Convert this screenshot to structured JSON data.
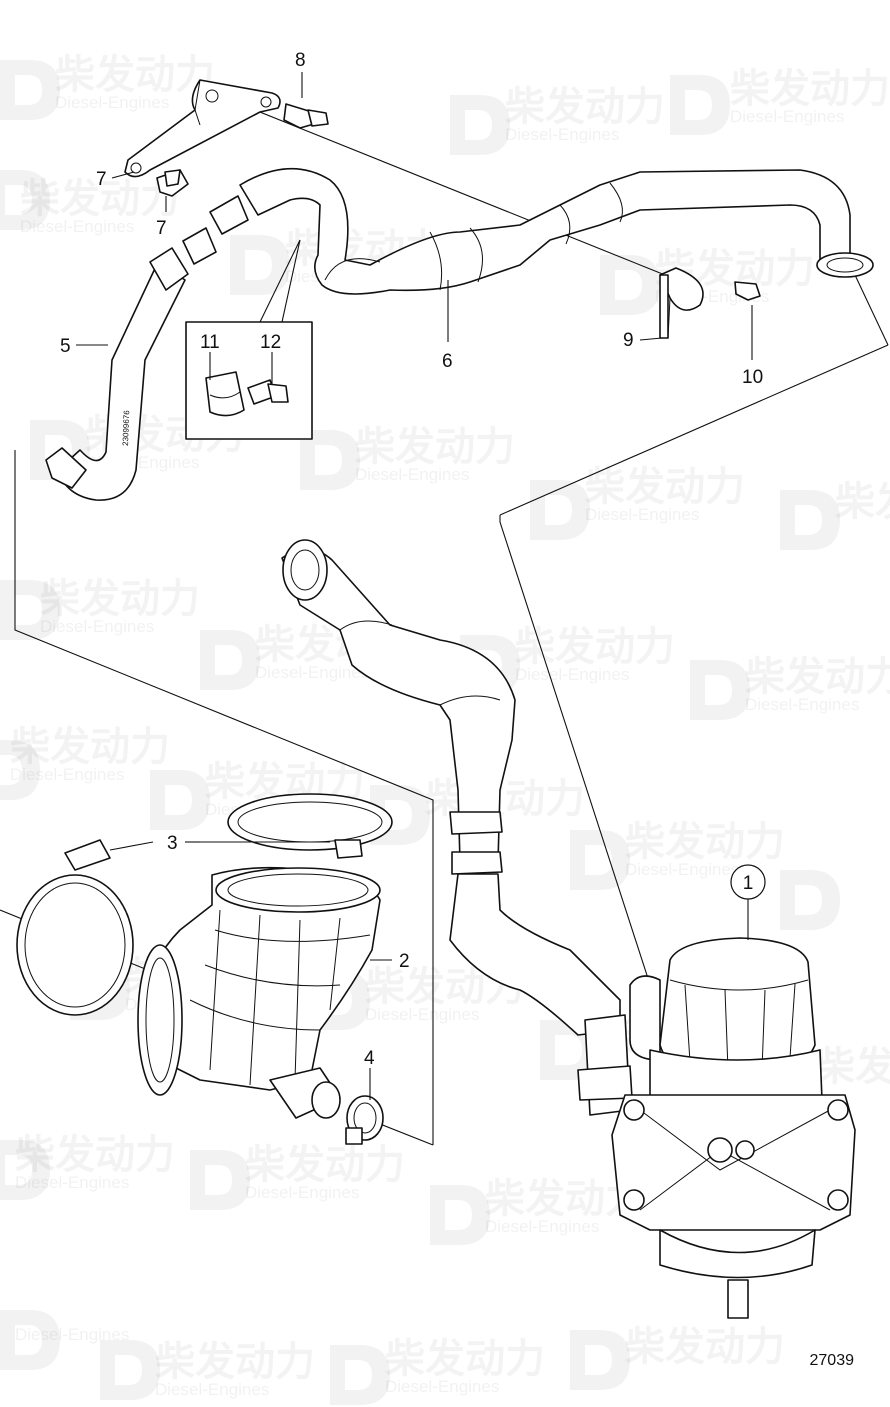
{
  "drawing_number": "27039",
  "watermark": {
    "cn": "柴发动力",
    "en": "Diesel-Engines"
  },
  "callouts": {
    "c1": "1",
    "c2": "2",
    "c3": "3",
    "c4": "4",
    "c5": "5",
    "c6": "6",
    "c7a": "7",
    "c7b": "7",
    "c8": "8",
    "c9": "9",
    "c10": "10",
    "c11": "11",
    "c12": "12"
  },
  "hose_code": "23099676"
}
